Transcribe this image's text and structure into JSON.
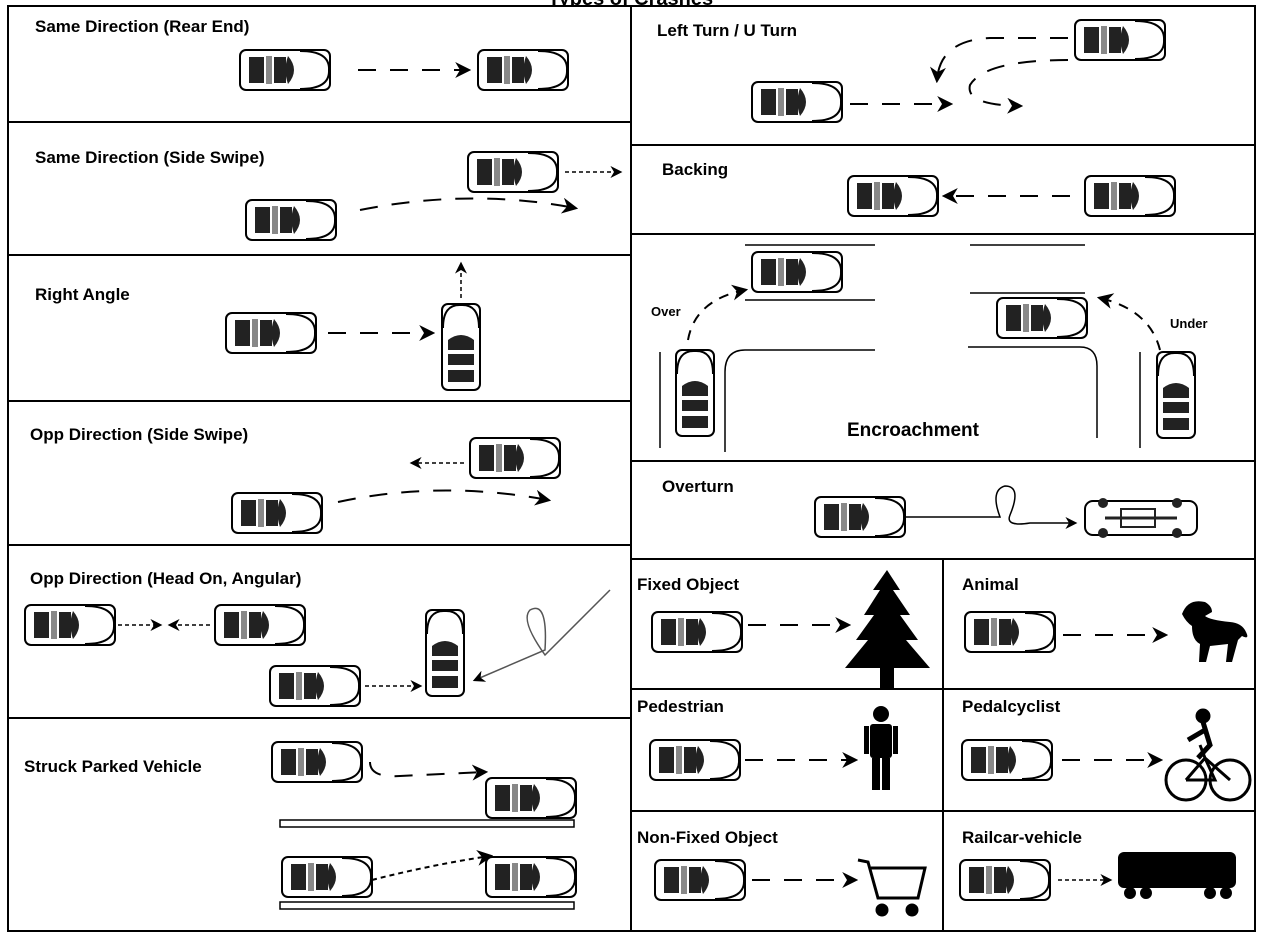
{
  "title": "Types of Crashes",
  "cells": {
    "same_direction_rear_end": "Same Direction (Rear End)",
    "same_direction_side_swipe": "Same Direction (Side Swipe)",
    "right_angle": "Right Angle",
    "opp_direction_side_swipe": "Opp Direction (Side Swipe)",
    "opp_direction_head_on": "Opp Direction (Head On, Angular)",
    "struck_parked_vehicle": "Struck Parked Vehicle",
    "left_turn_u_turn": "Left Turn / U Turn",
    "backing": "Backing",
    "encroachment": "Encroachment",
    "encroachment_over": "Over",
    "encroachment_under": "Under",
    "overturn": "Overturn",
    "fixed_object": "Fixed Object",
    "animal": "Animal",
    "pedestrian": "Pedestrian",
    "pedalcyclist": "Pedalcyclist",
    "non_fixed_object": "Non-Fixed Object",
    "railcar_vehicle": "Railcar-vehicle"
  },
  "icons": [
    "car-icon",
    "tree-icon",
    "dog-icon",
    "person-icon",
    "bicycle-icon",
    "cart-icon",
    "train-icon"
  ]
}
